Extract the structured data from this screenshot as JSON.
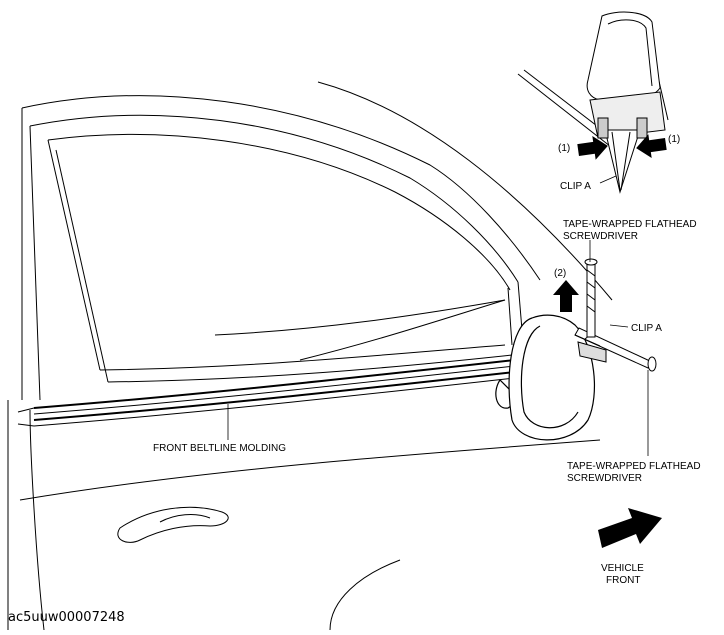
{
  "labels": {
    "arrow_1_left": "(1)",
    "arrow_1_right": "(1)",
    "clip_a_top": "CLIP A",
    "screwdriver_top_line1": "TAPE-WRAPPED FLATHEAD",
    "screwdriver_top_line2": "SCREWDRIVER",
    "arrow_2": "(2)",
    "clip_a_mid": "CLIP A",
    "beltline": "FRONT BELTLINE MOLDING",
    "screwdriver_bottom_line1": "TAPE-WRAPPED FLATHEAD",
    "screwdriver_bottom_line2": "SCREWDRIVER",
    "vehicle_front_line1": "VEHICLE",
    "vehicle_front_line2": "FRONT"
  },
  "figure_code": "ac5uuw00007248"
}
